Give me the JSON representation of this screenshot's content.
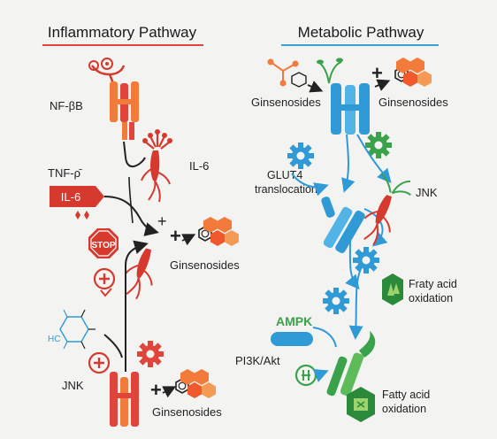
{
  "panels": {
    "left": {
      "title": "Inflammatory Pathway",
      "accent": "#e0443a"
    },
    "right": {
      "title": "Metabolic Pathway",
      "accent": "#3aa3d8"
    }
  },
  "left_labels": {
    "nfkb": "NF-βB",
    "il6_top": "IL-6",
    "tnf": "TNF-ρ̄",
    "il6_tag": "IL-6",
    "plus": "+",
    "ginsenosides_mid": "Ginsenosides",
    "stop": "STOP",
    "hc": "HC",
    "jnk": "JNK",
    "ginsenosides_bottom": "Ginsenosides"
  },
  "right_labels": {
    "ginsenosides_left": "Ginsenosides",
    "ginsenosides_right": "Ginsenosides",
    "glut4_line1": "GLUT4",
    "glut4_line2": "translocation",
    "jnk": "JNK",
    "fatty1_line1": "Fraty acid",
    "fatty1_line2": "oxidation",
    "ampk": "AMPK",
    "pi3k": "PI3K/Akt",
    "fatty2_line1": "Fatty acid",
    "fatty2_line2": "oxidation"
  },
  "colors": {
    "red": "#e0443a",
    "orange": "#f27a3a",
    "blue": "#2f9ad6",
    "green": "#3aa24a",
    "dark_text": "#222222"
  },
  "icons": [
    "receptor-icon",
    "ginseng-root-icon",
    "gear-icon",
    "hexagon-molecule-icon",
    "stop-sign-icon",
    "plus-circle-icon",
    "benzene-ring-icon",
    "leaf-badge-icon",
    "target-icon"
  ]
}
